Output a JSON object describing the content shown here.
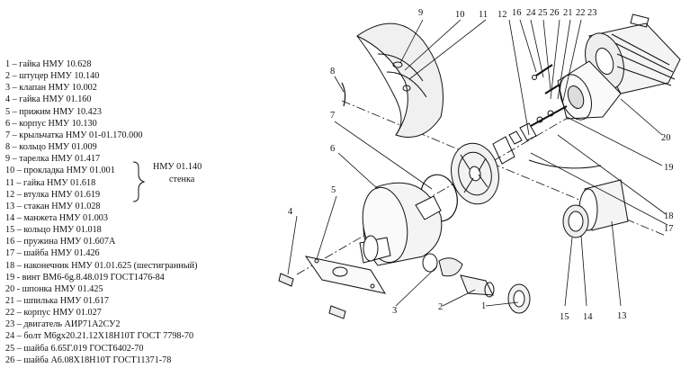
{
  "parts_list": [
    "1 – гайка НМУ 10.628",
    "2 – штуцер НМУ 10.140",
    "3 – клапан НМУ 10.002",
    "4 – гайка НМУ 01.160",
    "5 – прижим НМУ 10.423",
    "6 – корпус НМУ 10.130",
    "7 – крыльчатка НМУ 01-01.170.000",
    "8 – кольцо НМУ 01.009",
    "9 – тарелка НМУ 01.417",
    "10 – прокладка НМУ 01.001",
    "11 – гайка НМУ 01.618",
    "12 – втулка НМУ 01.619",
    "13 – стакан НМУ 01.028",
    "14 – манжета НМУ 01.003",
    "15 – кольцо НМУ 01.018",
    "16 – пружина НМУ 01.607А",
    "17 – шайба НМУ 01.426",
    "18 – наконечник НМУ 01.01.625 (шестигранный)",
    "19 - винт ВМ6-6g.8.48.019  ГОСТ1476-84",
    "20  -  шпонка НМУ 01.425",
    "21 – шпилька НМУ 01.617",
    "22 – корпус НМУ 01.027",
    "23 – двигатель АИР71А2СУ2",
    "24 – болт М6gх20.21.12Х18Н10Т ГОСТ 7798-70",
    "25 – шайба 6.65Г.019 ГОСТ6402-70",
    "26 – шайба А6.08Х18Н10Т  ГОСТ11371-78"
  ],
  "brace_note": {
    "code": "НМУ 01.140",
    "word": "стенка"
  },
  "callouts": [
    "1",
    "2",
    "3",
    "4",
    "5",
    "6",
    "7",
    "8",
    "9",
    "10",
    "11",
    "12",
    "13",
    "14",
    "15",
    "16",
    "17",
    "18",
    "19",
    "20",
    "21",
    "22",
    "23",
    "24",
    "25",
    "26"
  ]
}
